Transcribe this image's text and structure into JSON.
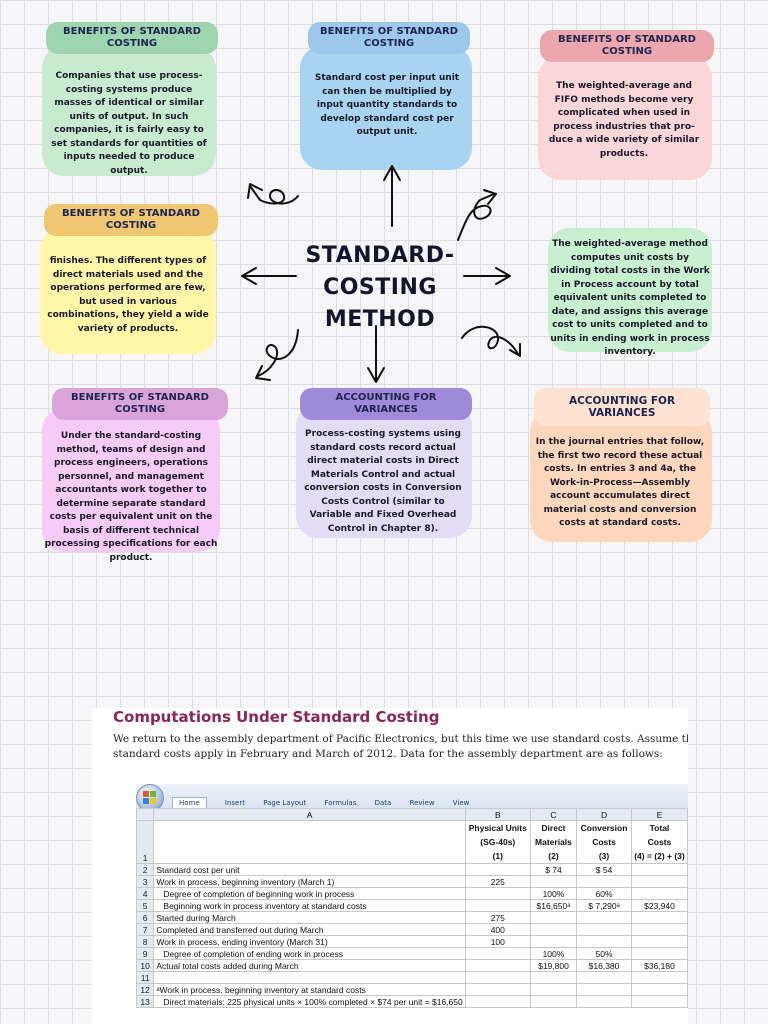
{
  "center": {
    "line1": "STANDARD-",
    "line2": "COSTING",
    "line3": "METHOD"
  },
  "cards": [
    {
      "title": "BENEFITS OF STANDARD COSTING",
      "text": "Companies that use process-costing systems produce masses of identical or similar units of output. In such companies, it is fairly easy to set standards for quantities of inputs needed to produce output."
    },
    {
      "title": "BENEFITS OF STANDARD COSTING",
      "text": "Standard cost per input unit can then be multiplied by input quantity standards to develop standard cost per output unit."
    },
    {
      "title": "BENEFITS OF STANDARD COSTING",
      "text": "The weighted-average and FIFO methods become very complicated when used in process industries that pro-duce a wide variety of similar products."
    },
    {
      "title": "BENEFITS OF STANDARD COSTING",
      "text": "finishes. The different types of direct materials used and the operations performed are few, but used in various combinations, they yield a wide variety of products."
    },
    {
      "title": "",
      "text": "The weighted-average method computes unit costs by dividing total costs in the Work in Process account by total equivalent units completed to date, and assigns this average cost to units completed and to units in ending work in process inventory."
    },
    {
      "title": "BENEFITS OF STANDARD COSTING",
      "text": "Under the standard-costing method, teams of design and process engineers, operations personnel, and management accountants work together to determine separate standard costs per equivalent unit on the basis of different technical processing specifications for each product."
    },
    {
      "title": "ACCOUNTING FOR VARIANCES",
      "text": "Process-costing systems using standard costs record actual direct material costs in Direct Materials Control and actual conversion costs in Conversion Costs Control (similar to Variable and Fixed Overhead Control in Chapter 8)."
    },
    {
      "title": "ACCOUNTING FOR VARIANCES",
      "text": "In the journal entries that follow, the first two record these actual costs. In entries 3 and 4a, the Work-in-Process—Assembly account accumulates direct material costs and conversion costs at standard costs."
    }
  ],
  "doc": {
    "title": "Computations Under Standard Costing",
    "line1": "We return to the assembly department of Pacific Electronics, but this time we use standard costs. Assume the sar",
    "line2": "standard costs apply in February and March of 2012. Data for the assembly department are as follows:",
    "ribbon_tabs": [
      "Home",
      "Insert",
      "Page Layout",
      "Formulas",
      "Data",
      "Review",
      "View"
    ],
    "col_letters": [
      "A",
      "B",
      "C",
      "D",
      "E"
    ],
    "headers": {
      "b": [
        "Physical Units",
        "(SG-40s)",
        "(1)"
      ],
      "c": [
        "Direct",
        "Materials",
        "(2)"
      ],
      "d": [
        "Conversion",
        "Costs",
        "(3)"
      ],
      "e": [
        "Total",
        "Costs",
        "(4) = (2) + (3)"
      ]
    },
    "rows": [
      {
        "n": "2",
        "a": "Standard cost per unit",
        "b": "",
        "c": "$     74",
        "d": "$     54",
        "e": ""
      },
      {
        "n": "3",
        "a": "Work in process, beginning inventory (March 1)",
        "b": "225",
        "c": "",
        "d": "",
        "e": ""
      },
      {
        "n": "4",
        "a": "   Degree of completion of beginning work in process",
        "b": "",
        "c": "100%",
        "d": "60%",
        "e": ""
      },
      {
        "n": "5",
        "a": "   Beginning work in process inventory at standard costs",
        "b": "",
        "c": "$16,650ᵃ",
        "d": "$ 7,290ᵃ",
        "e": "$23,940"
      },
      {
        "n": "6",
        "a": "Started during March",
        "b": "275",
        "c": "",
        "d": "",
        "e": ""
      },
      {
        "n": "7",
        "a": "Completed and transferred out during March",
        "b": "400",
        "c": "",
        "d": "",
        "e": ""
      },
      {
        "n": "8",
        "a": "Work in process, ending inventory (March 31)",
        "b": "100",
        "c": "",
        "d": "",
        "e": ""
      },
      {
        "n": "9",
        "a": "   Degree of completion of ending work in process",
        "b": "",
        "c": "100%",
        "d": "50%",
        "e": ""
      },
      {
        "n": "10",
        "a": "Actual total costs added during March",
        "b": "",
        "c": "$19,800",
        "d": "$16,380",
        "e": "$36,180"
      },
      {
        "n": "11",
        "a": "",
        "b": "",
        "c": "",
        "d": "",
        "e": ""
      },
      {
        "n": "12",
        "a": "ᵃWork in process, beginning inventory at standard costs",
        "b": "",
        "c": "",
        "d": "",
        "e": ""
      },
      {
        "n": "13",
        "a": "   Direct materials: 225 physical units × 100% completed × $74 per unit = $16,650",
        "b": "",
        "c": "",
        "d": "",
        "e": ""
      }
    ]
  }
}
